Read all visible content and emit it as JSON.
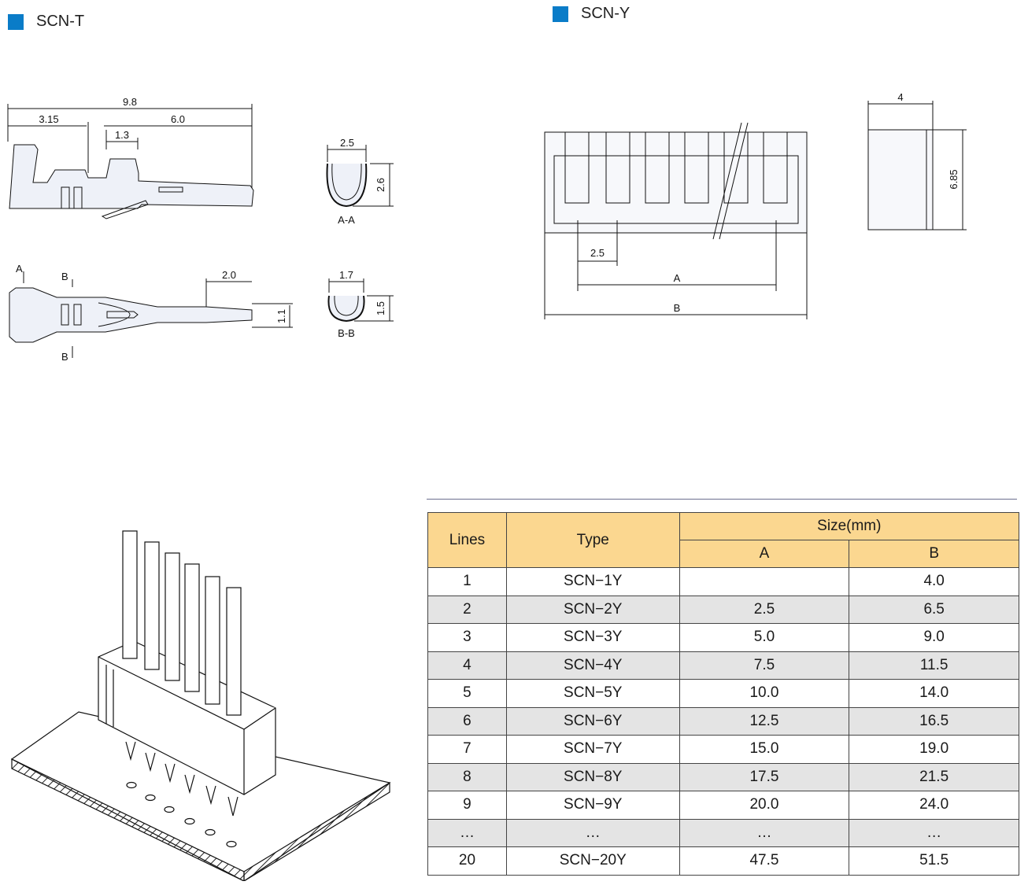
{
  "sections": {
    "terminal": {
      "title": "SCN-T"
    },
    "housing": {
      "title": "SCN-Y"
    }
  },
  "terminal_drawing": {
    "dims": {
      "overall": "9.8",
      "left": "3.15",
      "right": "6.0",
      "mid": "1.3",
      "tip": "2.0",
      "tip_height": "1.1"
    },
    "section_aa": {
      "width": "2.5",
      "height": "2.6",
      "label": "A-A"
    },
    "section_bb": {
      "width": "1.7",
      "height": "1.5",
      "label": "B-B"
    },
    "cut_marks": {
      "a": "A",
      "b": "B"
    }
  },
  "housing_drawing": {
    "dims": {
      "pitch": "2.5",
      "a": "A",
      "b": "B",
      "depth": "4",
      "height": "6.85"
    }
  },
  "table": {
    "headers": {
      "lines": "Lines",
      "type": "Type",
      "size": "Size(mm)",
      "a": "A",
      "b": "B"
    },
    "rows": [
      {
        "lines": "1",
        "type": "SCN−1Y",
        "a": "",
        "b": "4.0"
      },
      {
        "lines": "2",
        "type": "SCN−2Y",
        "a": "2.5",
        "b": "6.5"
      },
      {
        "lines": "3",
        "type": "SCN−3Y",
        "a": "5.0",
        "b": "9.0"
      },
      {
        "lines": "4",
        "type": "SCN−4Y",
        "a": "7.5",
        "b": "11.5"
      },
      {
        "lines": "5",
        "type": "SCN−5Y",
        "a": "10.0",
        "b": "14.0"
      },
      {
        "lines": "6",
        "type": "SCN−6Y",
        "a": "12.5",
        "b": "16.5"
      },
      {
        "lines": "7",
        "type": "SCN−7Y",
        "a": "15.0",
        "b": "19.0"
      },
      {
        "lines": "8",
        "type": "SCN−8Y",
        "a": "17.5",
        "b": "21.5"
      },
      {
        "lines": "9",
        "type": "SCN−9Y",
        "a": "20.0",
        "b": "24.0"
      },
      {
        "lines": "…",
        "type": "…",
        "a": "…",
        "b": "…"
      },
      {
        "lines": "20",
        "type": "SCN−20Y",
        "a": "47.5",
        "b": "51.5"
      }
    ]
  },
  "colors": {
    "accent": "#0a7cc8",
    "table_header": "#fbd790",
    "row_alt": "#e4e4e4"
  }
}
